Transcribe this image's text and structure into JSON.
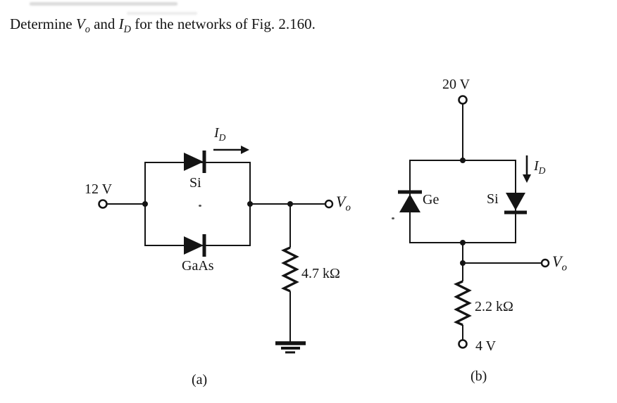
{
  "colors": {
    "ink": "#141414",
    "paper": "#ffffff"
  },
  "statement": {
    "prefix": "Determine ",
    "vo_base": "V",
    "vo_sub": "o",
    "middle": " and ",
    "id_base": "I",
    "id_sub": "D",
    "suffix": " for the networks of Fig. 2.160."
  },
  "circuit_a": {
    "caption": "(a)",
    "source_label": "12 V",
    "top_diode_label": "Si",
    "bottom_diode_label": "GaAs",
    "current": {
      "base": "I",
      "sub": "D"
    },
    "output": {
      "base": "V",
      "sub": "o"
    },
    "resistor_label": "4.7 kΩ"
  },
  "circuit_b": {
    "caption": "(b)",
    "source_label": "20 V",
    "left_diode_label": "Ge",
    "right_diode_label": "Si",
    "current": {
      "base": "I",
      "sub": "D"
    },
    "output": {
      "base": "V",
      "sub": "o"
    },
    "resistor_label": "2.2 kΩ",
    "bottom_terminal_label": "4 V"
  }
}
